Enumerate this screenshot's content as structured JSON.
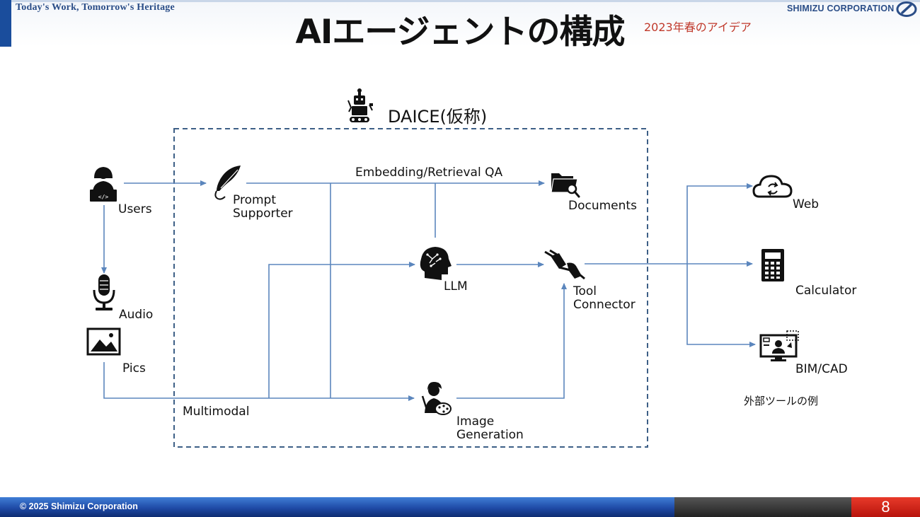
{
  "header": {
    "tagline": "Today's Work, Tomorrow's Heritage",
    "title": "AIエージェントの構成",
    "subtitle": "2023年春のアイデア",
    "corp_logo": "SHIMIZU CORPORATION"
  },
  "diagram": {
    "container_title": "DAICE(仮称)",
    "nodes": {
      "users": "Users",
      "audio": "Audio",
      "pics": "Pics",
      "prompt_supporter": "Prompt Supporter",
      "llm": "LLM",
      "documents": "Documents",
      "tool_connector": "Tool Connector",
      "image_generation": "Image Generation",
      "web": "Web",
      "calculator": "Calculator",
      "bim_cad": "BIM/CAD"
    },
    "edge_labels": {
      "embedding": "Embedding/Retrieval QA",
      "multimodal": "Multimodal"
    },
    "external_note": "外部ツールの例"
  },
  "footer": {
    "copyright": "© 2025 Shimizu Corporation",
    "page_number": "8"
  },
  "colors": {
    "accent_blue": "#1a4d9c",
    "line_blue": "#5b86bd",
    "subtitle_red": "#c0392b",
    "page_red": "#d42416"
  }
}
